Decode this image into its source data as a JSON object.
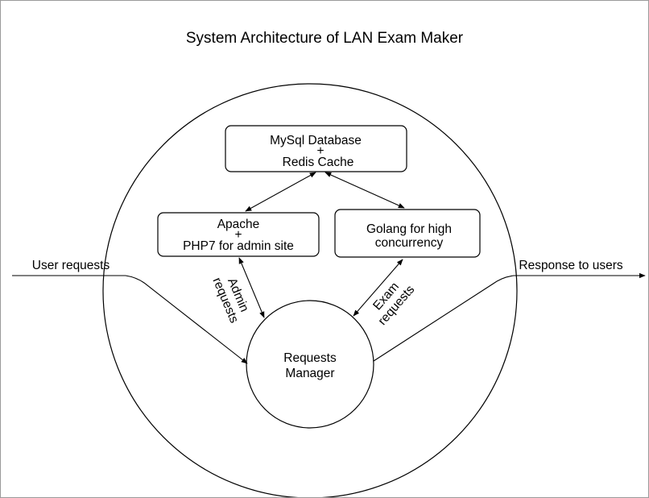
{
  "title": "System Architecture of LAN Exam Maker",
  "nodes": {
    "database": {
      "line1": "MySql Database",
      "plus": "+",
      "line2": "Redis Cache"
    },
    "apache": {
      "line1": "Apache",
      "plus": "+",
      "line2": "PHP7 for admin site"
    },
    "golang": {
      "line1": "Golang for high",
      "line2": "concurrency"
    },
    "requests_manager": {
      "line1": "Requests",
      "line2": "Manager"
    }
  },
  "edges": {
    "user_requests": "User requests",
    "response_to_users": "Response to users",
    "admin_requests": {
      "line1": "Admin",
      "line2": "requests"
    },
    "exam_requests": {
      "line1": "Exam",
      "line2": "requests"
    }
  },
  "colors": {
    "stroke": "#000000",
    "background": "#ffffff",
    "frame": "#9a9a9a"
  }
}
